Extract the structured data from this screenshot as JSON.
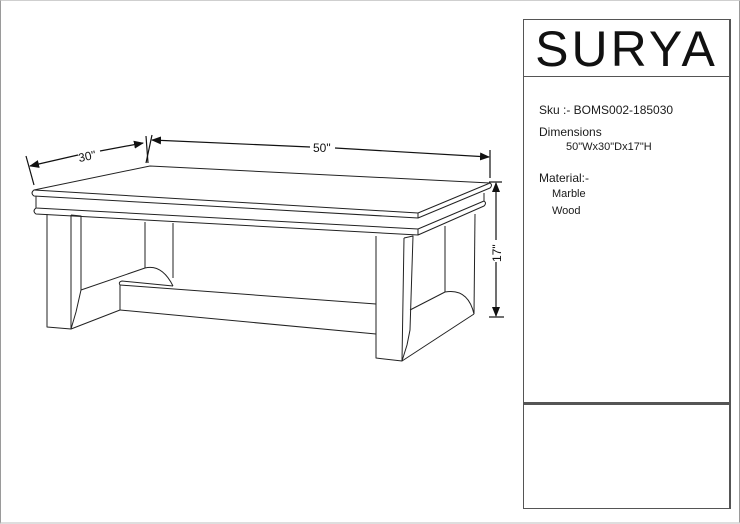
{
  "brand": {
    "name": "SURYA"
  },
  "product": {
    "sku_label": "Sku :- BOMS002-185030",
    "dimensions_label": "Dimensions",
    "dimensions_value": "50\"Wx30\"Dx17\"H",
    "material_label": "Material:-",
    "materials": [
      "Marble",
      "Wood"
    ]
  },
  "drawing": {
    "width_label": "50\"",
    "depth_label": "30\"",
    "height_label": "17\""
  },
  "colors": {
    "line": "#222222",
    "frame": "#555555"
  }
}
